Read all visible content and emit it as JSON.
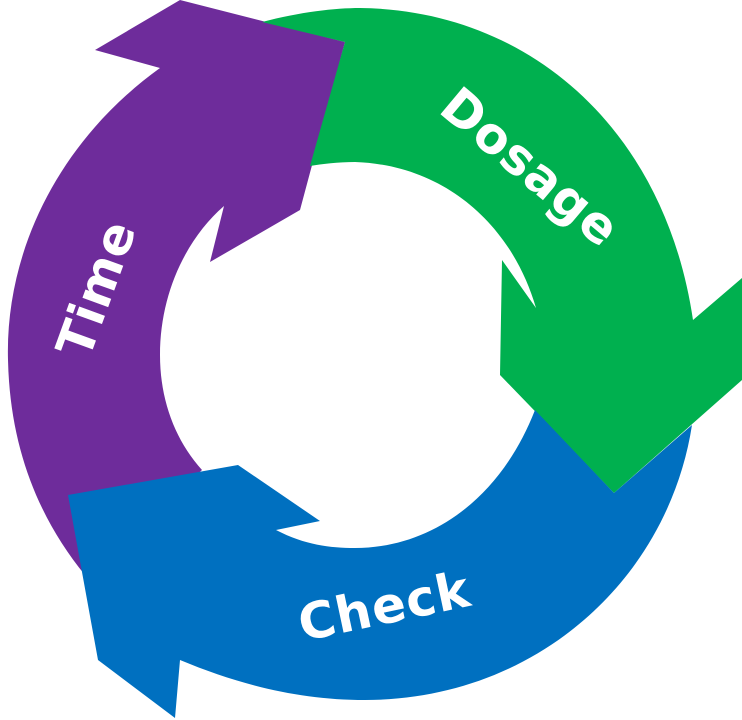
{
  "diagram": {
    "segments": [
      {
        "id": "time",
        "label": "Time",
        "color": "#6E2C9B"
      },
      {
        "id": "dosage",
        "label": "Dosage",
        "color": "#00B04F"
      },
      {
        "id": "check",
        "label": "Check",
        "color": "#0070C0"
      }
    ],
    "background": "#FFFFFF",
    "label_color": "#FFFFFF"
  }
}
